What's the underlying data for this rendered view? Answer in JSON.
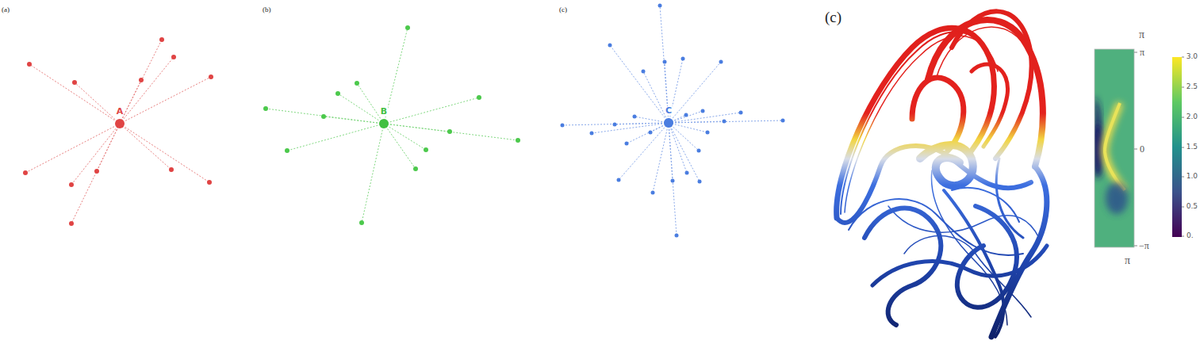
{
  "diagram": {
    "nodes": [
      {
        "text": [
          "A"
        ]
      },
      {
        "text": [
          "B"
        ]
      },
      {
        "text": [
          "C"
        ]
      }
    ],
    "labels": [
      "(a)",
      "(b)",
      "(c)",
      "(c)",
      "π",
      "π",
      "0",
      "−π",
      "π",
      "3.0",
      "2.5",
      "2.0",
      "1.5",
      "1.0",
      "0.5",
      "0."
    ]
  }
}
